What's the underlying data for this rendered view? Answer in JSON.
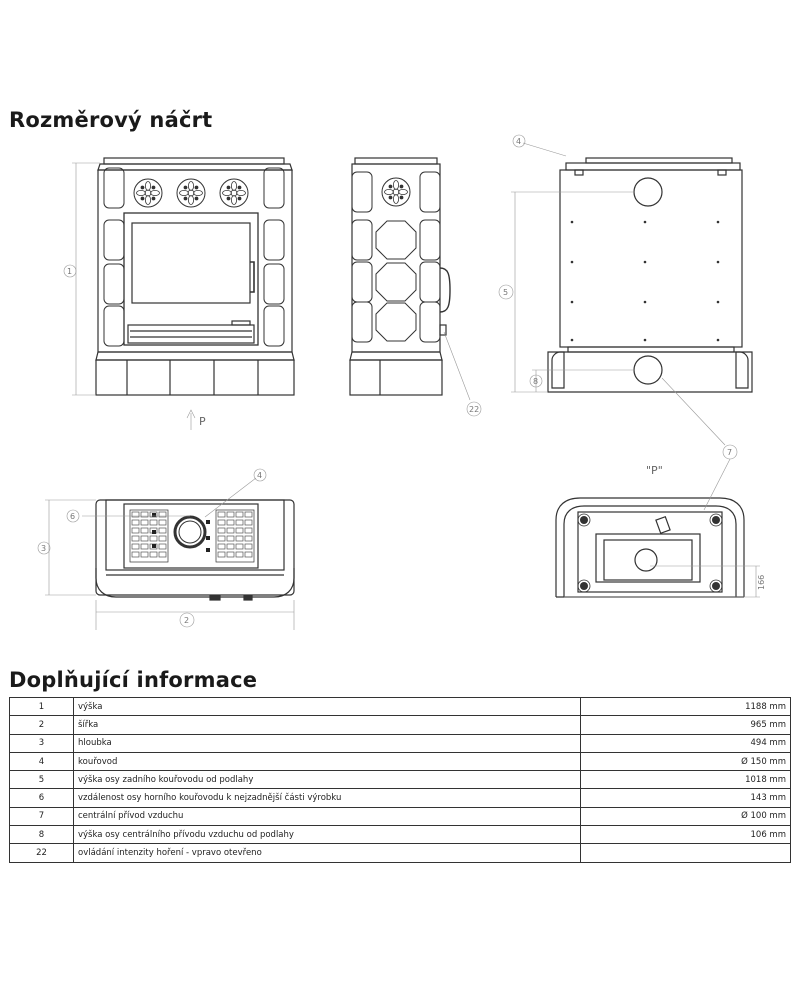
{
  "headings": {
    "sketch": "Rozměrový náčrt",
    "info": "Doplňující informace"
  },
  "callouts": {
    "c1": "1",
    "c2": "2",
    "c3": "3",
    "c4": "4",
    "c5": "5",
    "c6": "6",
    "c7": "7",
    "c8": "8",
    "c22": "22",
    "dim166": "166",
    "view_arrow": "P",
    "view_label": "\"P\""
  },
  "specs": [
    {
      "num": "1",
      "label": "výška",
      "value": "1188 mm"
    },
    {
      "num": "2",
      "label": "šířka",
      "value": "965 mm"
    },
    {
      "num": "3",
      "label": "hloubka",
      "value": "494 mm"
    },
    {
      "num": "4",
      "label": "kouřovod",
      "value": "Ø 150 mm"
    },
    {
      "num": "5",
      "label": "výška osy zadního kouřovodu od podlahy",
      "value": "1018 mm"
    },
    {
      "num": "6",
      "label": "vzdálenost osy horního kouřovodu k nejzadnější části výrobku",
      "value": "143 mm"
    },
    {
      "num": "7",
      "label": "centrální přívod vzduchu",
      "value": "Ø 100 mm"
    },
    {
      "num": "8",
      "label": "výška osy centrálního přívodu vzduchu od podlahy",
      "value": "106 mm"
    },
    {
      "num": "22",
      "label": "ovládání intenzity hoření - vpravo otevřeno",
      "value": ""
    }
  ]
}
